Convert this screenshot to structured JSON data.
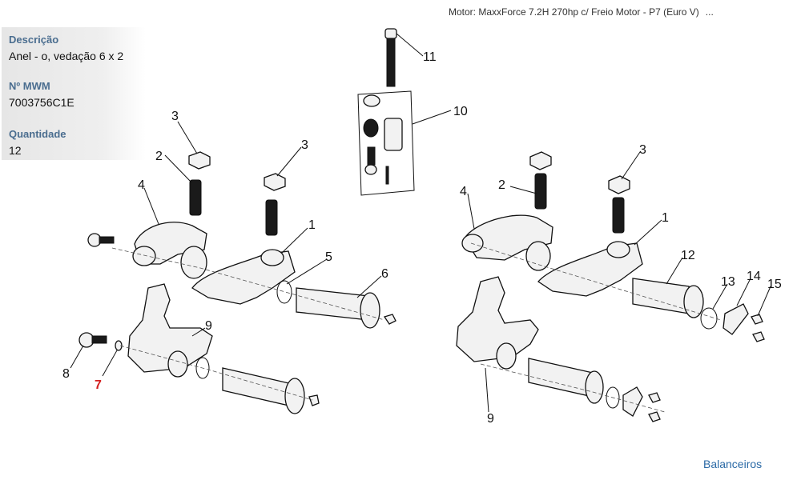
{
  "header": {
    "title": "Motor: MaxxForce 7.2H 270hp c/ Freio Motor - P7 (Euro V)",
    "ellipsis": "..."
  },
  "info": {
    "descricao_label": "Descrição",
    "descricao_value": "Anel - o, vedação 6 x 2",
    "mwm_label": "Nº MWM",
    "mwm_value": "7003756C1E",
    "quantidade_label": "Quantidade",
    "quantidade_value": "12"
  },
  "callouts": {
    "c1a": "1",
    "c2a": "2",
    "c3a": "3",
    "c3b": "3",
    "c4a": "4",
    "c5": "5",
    "c6": "6",
    "c7": "7",
    "c8": "8",
    "c9a": "9",
    "c10": "10",
    "c11": "11",
    "c1b": "1",
    "c2b": "2",
    "c3c": "3",
    "c4b": "4",
    "c9b": "9",
    "c12": "12",
    "c13": "13",
    "c14": "14",
    "c15": "15"
  },
  "colors": {
    "highlight": "#d42020",
    "label": "#4a6d8f",
    "link": "#2b6aa6"
  },
  "footer": {
    "link": "Balanceiros"
  }
}
